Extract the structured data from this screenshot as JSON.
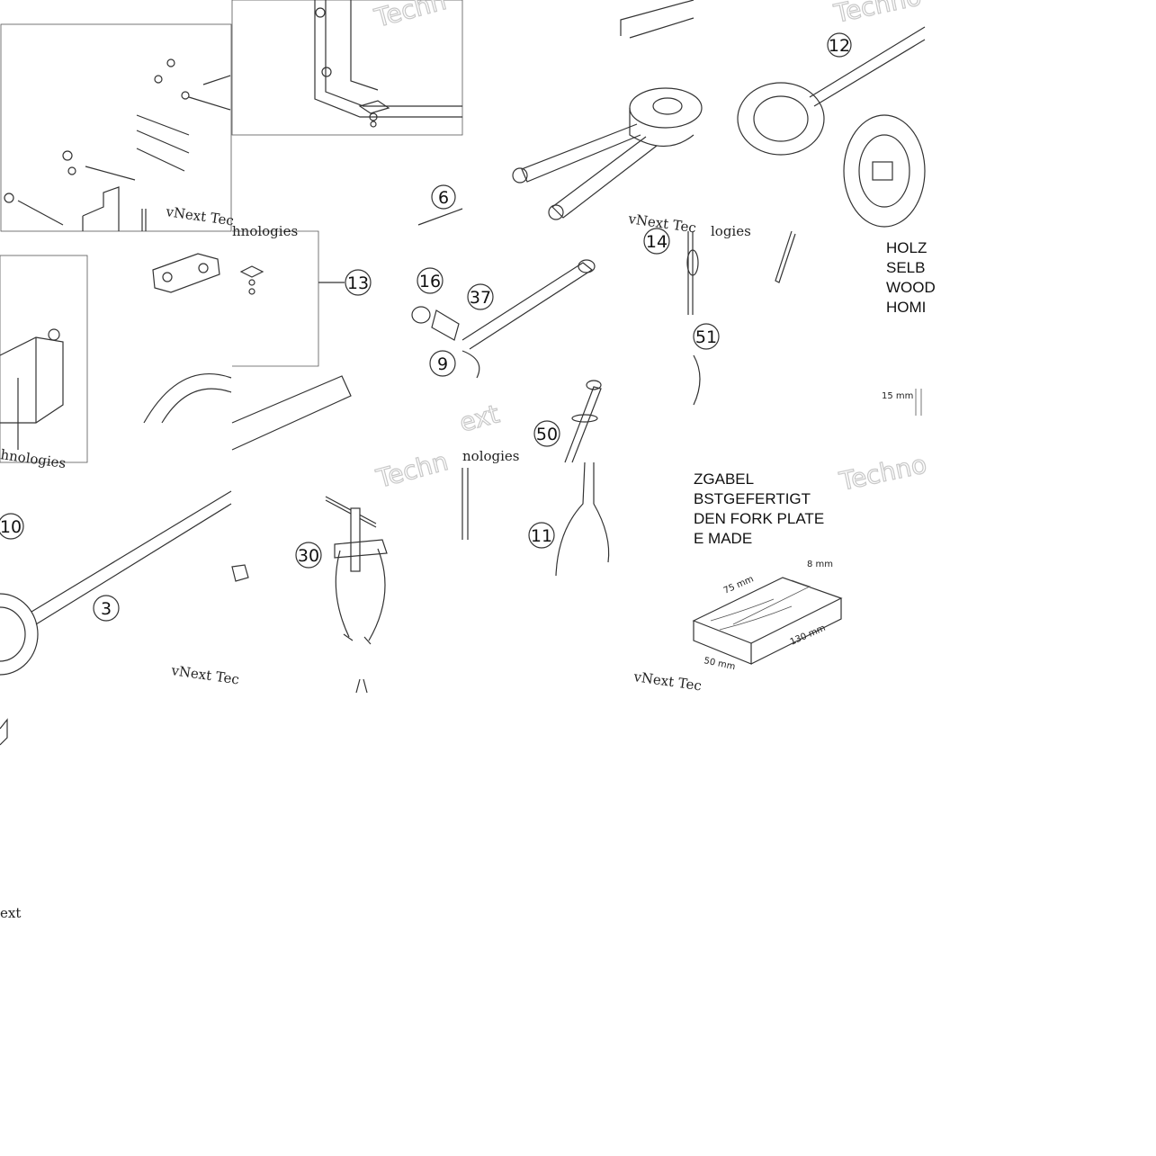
{
  "callouts": {
    "c6": "6",
    "c12": "12",
    "c13": "13",
    "c14": "14",
    "c16": "16",
    "c37": "37",
    "c9": "9",
    "c51": "51",
    "c50": "50",
    "c10": "10",
    "c3": "3",
    "c30": "30",
    "c11": "11"
  },
  "watermarks": {
    "vnext_a": "vNext Tec",
    "vnext_b": "vNext Tec",
    "vnext_c": "vNext Tec",
    "vnext_d": "vNext Tec",
    "techn_a": "Techn",
    "techn_b": "Techno",
    "techn_c": "Techn",
    "techn_d": "Techno",
    "nologies_a": "hnologies",
    "nologies_b": "hnologies",
    "nologies_c": "nologies",
    "nologies_d": "logies",
    "ext_a": "ext",
    "ext_b": "ext"
  },
  "fork_plate_top": {
    "line1": "HOLZ",
    "line2": "SELB",
    "line3": "WOOD",
    "line4": "HOMI"
  },
  "fork_plate_bottom": {
    "line1": "ZGABEL",
    "line2": "BSTGEFERTIGT",
    "line3": "DEN FORK PLATE",
    "line4": "E MADE"
  },
  "dimensions": {
    "d15": "15 mm",
    "d8": "8 mm",
    "d75": "75 mm",
    "d130": "130 mm",
    "d50": "50 mm"
  }
}
